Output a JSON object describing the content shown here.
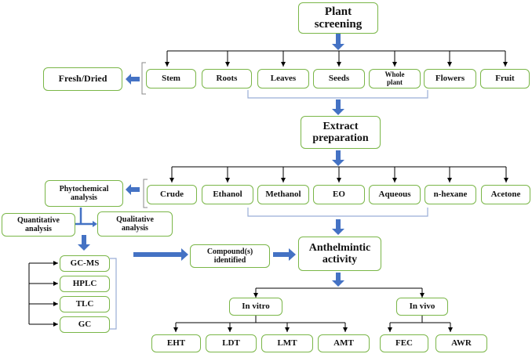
{
  "plant_screening": "Plant\nscreening",
  "fresh_dried": "Fresh/Dried",
  "plant_parts": [
    "Stem",
    "Roots",
    "Leaves",
    "Seeds",
    "Whole\nplant",
    "Flowers",
    "Fruit"
  ],
  "extract_preparation": "Extract\npreparation",
  "phytochemical_analysis": "Phytochemical\nanalysis",
  "solvents": [
    "Crude",
    "Ethanol",
    "Methanol",
    "EO",
    "Aqueous",
    "n-hexane",
    "Acetone"
  ],
  "quantitative_analysis": "Quantitative\nanalysis",
  "qualitative_analysis": "Qualitative\nanalysis",
  "methods": [
    "GC-MS",
    "HPLC",
    "TLC",
    "GC"
  ],
  "compounds_identified": "Compound(s)\nidentified",
  "anthelmintic_activity": "Anthelmintic\nactivity",
  "in_vitro": "In vitro",
  "in_vivo": "In vivo",
  "in_vitro_tests": [
    "EHT",
    "LDT",
    "LMT",
    "AMT"
  ],
  "in_vivo_tests": [
    "FEC",
    "AWR"
  ],
  "colors": {
    "box_border": "#7ab648",
    "arrow_blue": "#4472c4",
    "bracket": "#9aaed6",
    "line": "#000000"
  }
}
